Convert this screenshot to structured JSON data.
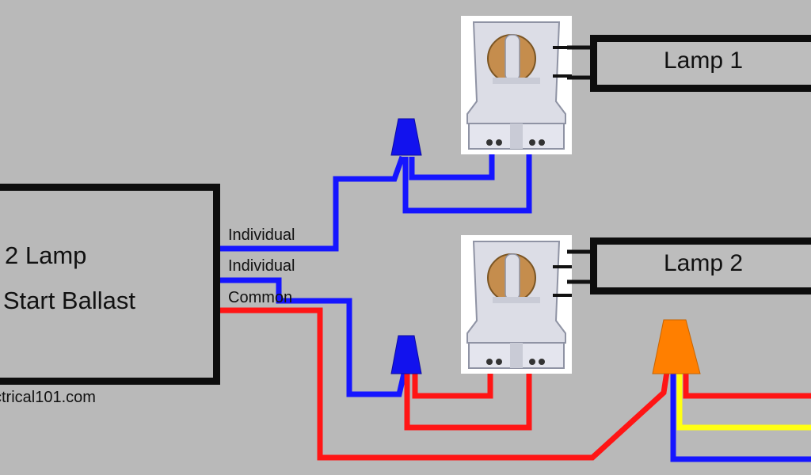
{
  "ballast": {
    "line1": "2 Lamp",
    "line2": "ıt Start Ballast"
  },
  "wires": {
    "label_1": "Individual",
    "label_2": "Individual",
    "label_3": "Common"
  },
  "lamps": [
    {
      "label": "Lamp 1"
    },
    {
      "label": "Lamp 2"
    }
  ],
  "watermark": "ctrical101.com",
  "colors": {
    "background": "#b9b9b9",
    "blue_wire": "#1515ff",
    "red_wire": "#ff1515",
    "yellow_wire": "#ffff14",
    "wire_nut_blue": "#1212ee",
    "wire_nut_orange": "#ff7f00",
    "outline": "#0d0d0d"
  },
  "icons": [
    "lamp-socket-icon",
    "wire-nut-icon"
  ]
}
